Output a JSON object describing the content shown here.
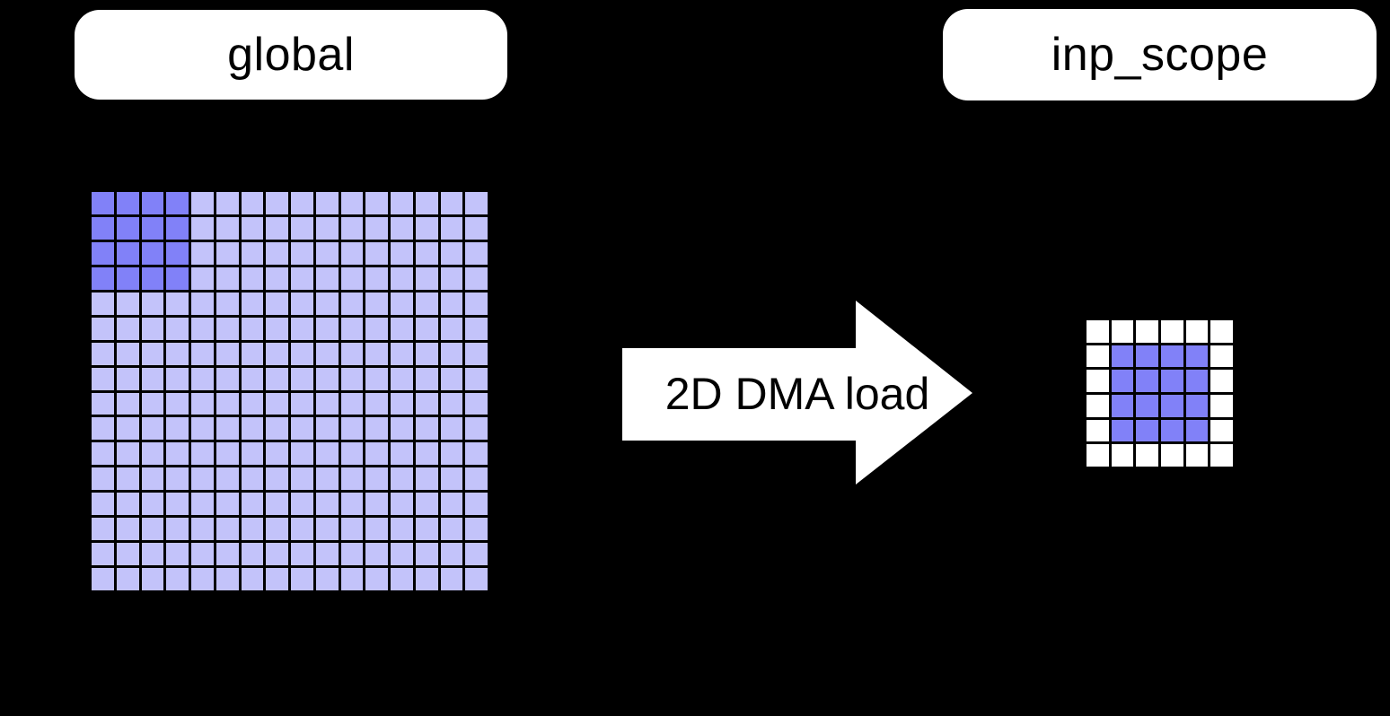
{
  "diagram": {
    "background_color": "#000000",
    "label_style": {
      "bg_color": "#ffffff",
      "text_color": "#000000"
    },
    "left": {
      "label": "global",
      "grid": {
        "rows": 16,
        "cols": 16,
        "default_color": "#c3c3fa",
        "highlight_color": "#8181f8",
        "grid_line_color": "#000000",
        "highlight": {
          "row": 0,
          "col": 0,
          "rows": 4,
          "cols": 4
        }
      }
    },
    "arrow": {
      "label": "2D DMA load",
      "fill": "#ffffff",
      "text_color": "#000000",
      "direction": "right"
    },
    "right": {
      "label": "inp_scope",
      "grid": {
        "rows": 6,
        "cols": 6,
        "default_color": "#ffffff",
        "highlight_color": "#8181f8",
        "grid_line_color": "#000000",
        "highlight": {
          "row": 1,
          "col": 1,
          "rows": 4,
          "cols": 4
        }
      }
    }
  }
}
